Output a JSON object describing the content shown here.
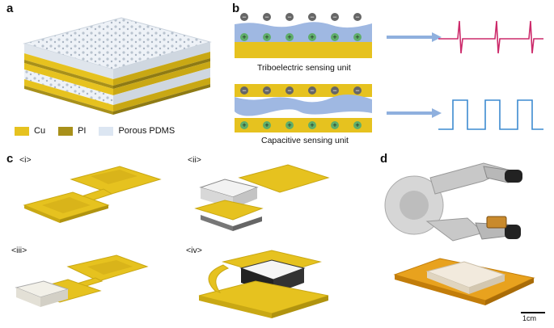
{
  "panels": {
    "a": {
      "letter": "a"
    },
    "b": {
      "letter": "b",
      "triboelectric_label": "Triboelectric sensing unit",
      "capacitive_label": "Capacitive sensing unit"
    },
    "c": {
      "letter": "c",
      "steps": [
        "<i>",
        "<ii>",
        "<iii>",
        "<iv>"
      ]
    },
    "d": {
      "letter": "d",
      "scale_bar_label": "1cm"
    }
  },
  "legend": [
    {
      "label": "Cu",
      "color": "#e6c21f"
    },
    {
      "label": "PI",
      "color": "#a8901a"
    },
    {
      "label": "Porous PDMS",
      "color": "#dce6f2"
    }
  ],
  "colors": {
    "copper": "#e6c21f",
    "polyimide": "#a8901a",
    "pdms": "#dce6f2",
    "tribo_signal": "#cc2a6a",
    "cap_signal": "#3d8bd0",
    "arrow": "#8fb0de",
    "electrode_blue": "#9fb8e2"
  }
}
